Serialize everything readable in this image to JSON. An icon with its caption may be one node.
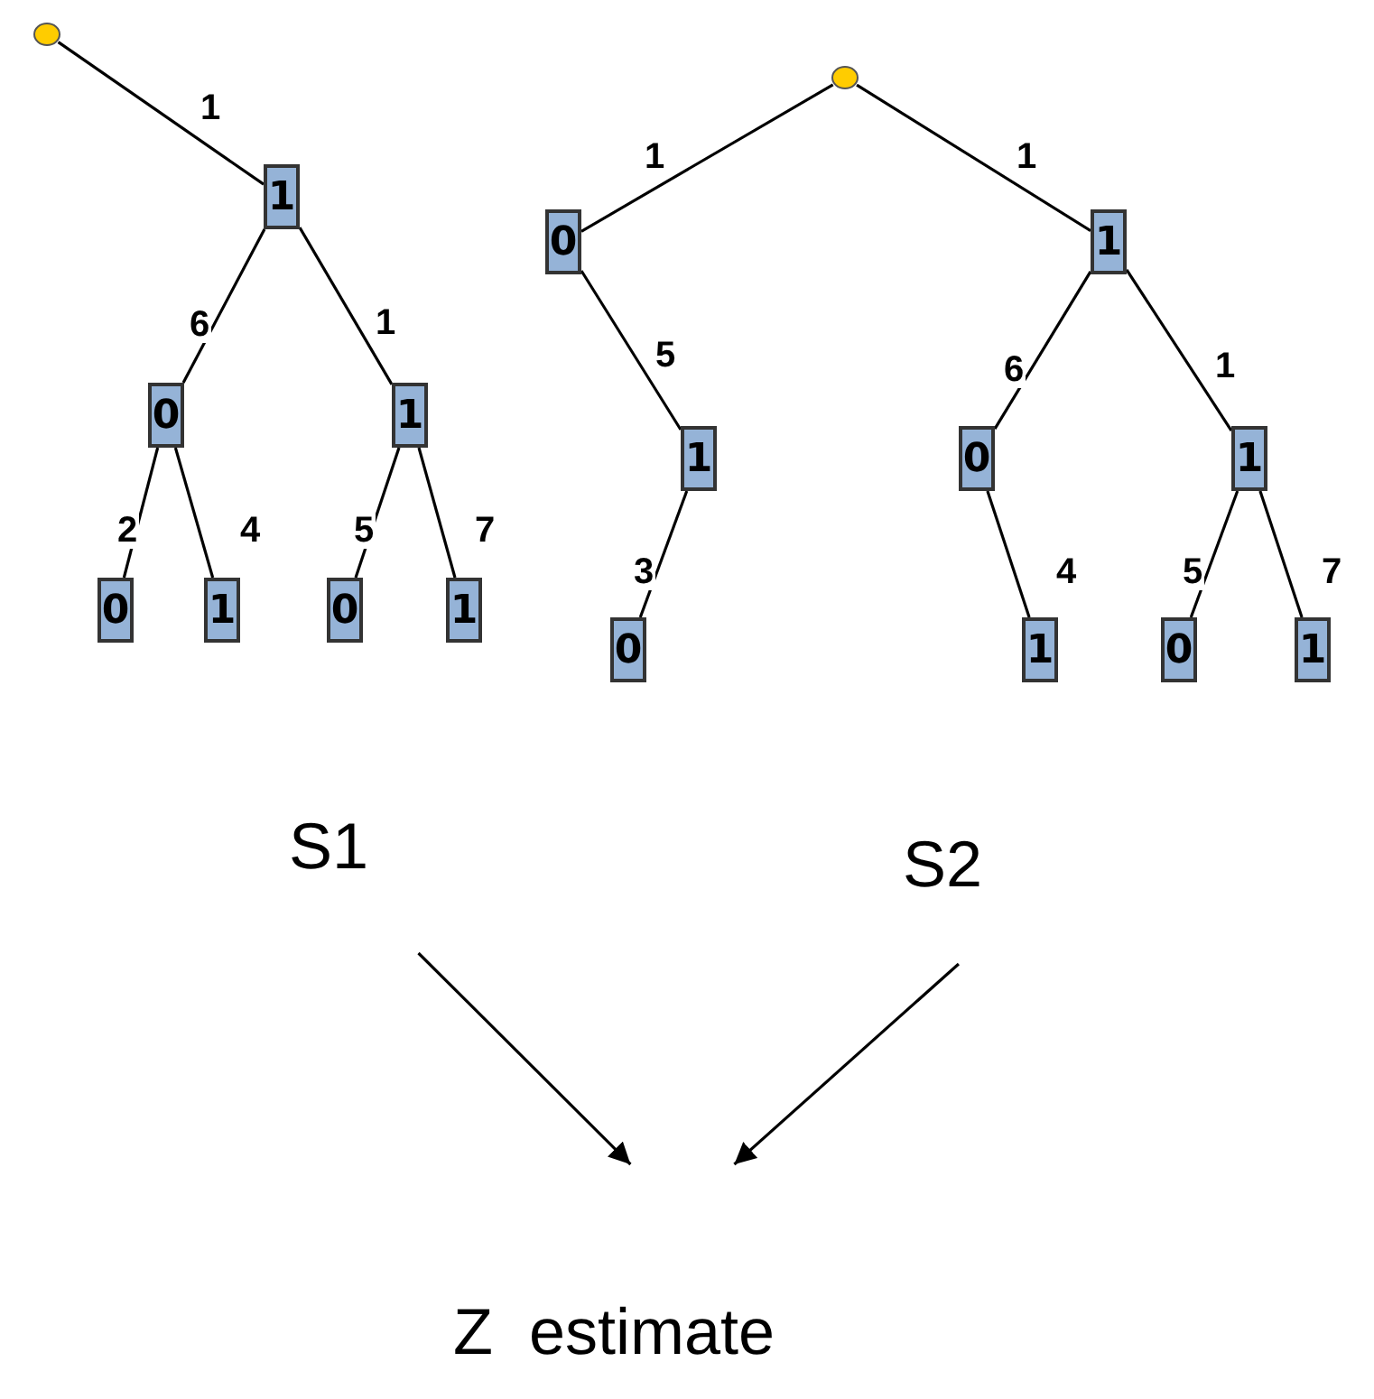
{
  "diagram": {
    "nodes": [
      {
        "text": [],
        "shape": "circle"
      },
      {
        "text": [
          "1"
        ]
      },
      {
        "text": [
          "0"
        ]
      },
      {
        "text": [
          "1"
        ]
      },
      {
        "text": [
          "0"
        ]
      },
      {
        "text": [
          "1"
        ]
      },
      {
        "text": [
          "0"
        ]
      },
      {
        "text": [
          "1"
        ]
      },
      {
        "text": [],
        "shape": "circle"
      },
      {
        "text": [
          "0"
        ]
      },
      {
        "text": [
          "1"
        ]
      },
      {
        "text": [
          "1"
        ]
      },
      {
        "text": [
          "0"
        ]
      },
      {
        "text": [
          "1"
        ]
      },
      {
        "text": [
          "0"
        ]
      },
      {
        "text": [
          "1"
        ]
      },
      {
        "text": [
          "0"
        ]
      },
      {
        "text": [
          "1"
        ]
      },
      {
        "text": [
          "S1"
        ]
      },
      {
        "text": [
          "S2"
        ]
      },
      {
        "text": [
          "Z  estimate"
        ]
      }
    ],
    "edges": [
      {
        "from": 0,
        "to": 1,
        "arrow": "none",
        "label": "1"
      },
      {
        "from": 1,
        "to": 2,
        "arrow": "none",
        "label": "6"
      },
      {
        "from": 1,
        "to": 3,
        "arrow": "none",
        "label": "1"
      },
      {
        "from": 2,
        "to": 4,
        "arrow": "none",
        "label": "2"
      },
      {
        "from": 2,
        "to": 5,
        "arrow": "none",
        "label": "4"
      },
      {
        "from": 3,
        "to": 6,
        "arrow": "none",
        "label": "5"
      },
      {
        "from": 3,
        "to": 7,
        "arrow": "none",
        "label": "7"
      },
      {
        "from": 8,
        "to": 9,
        "arrow": "none",
        "label": "1"
      },
      {
        "from": 8,
        "to": 10,
        "arrow": "none",
        "label": "1"
      },
      {
        "from": 9,
        "to": 11,
        "arrow": "none",
        "label": "5"
      },
      {
        "from": 10,
        "to": 12,
        "arrow": "none",
        "label": "6"
      },
      {
        "from": 10,
        "to": 13,
        "arrow": "none",
        "label": "1"
      },
      {
        "from": 11,
        "to": 14,
        "arrow": "none",
        "label": "3"
      },
      {
        "from": 12,
        "to": 15,
        "arrow": "none",
        "label": "4"
      },
      {
        "from": 13,
        "to": 16,
        "arrow": "none",
        "label": "5"
      },
      {
        "from": 13,
        "to": 17,
        "arrow": "none",
        "label": "7"
      },
      {
        "from": 18,
        "to": 20,
        "arrow": "to"
      },
      {
        "from": 19,
        "to": 20,
        "arrow": "to"
      }
    ]
  }
}
